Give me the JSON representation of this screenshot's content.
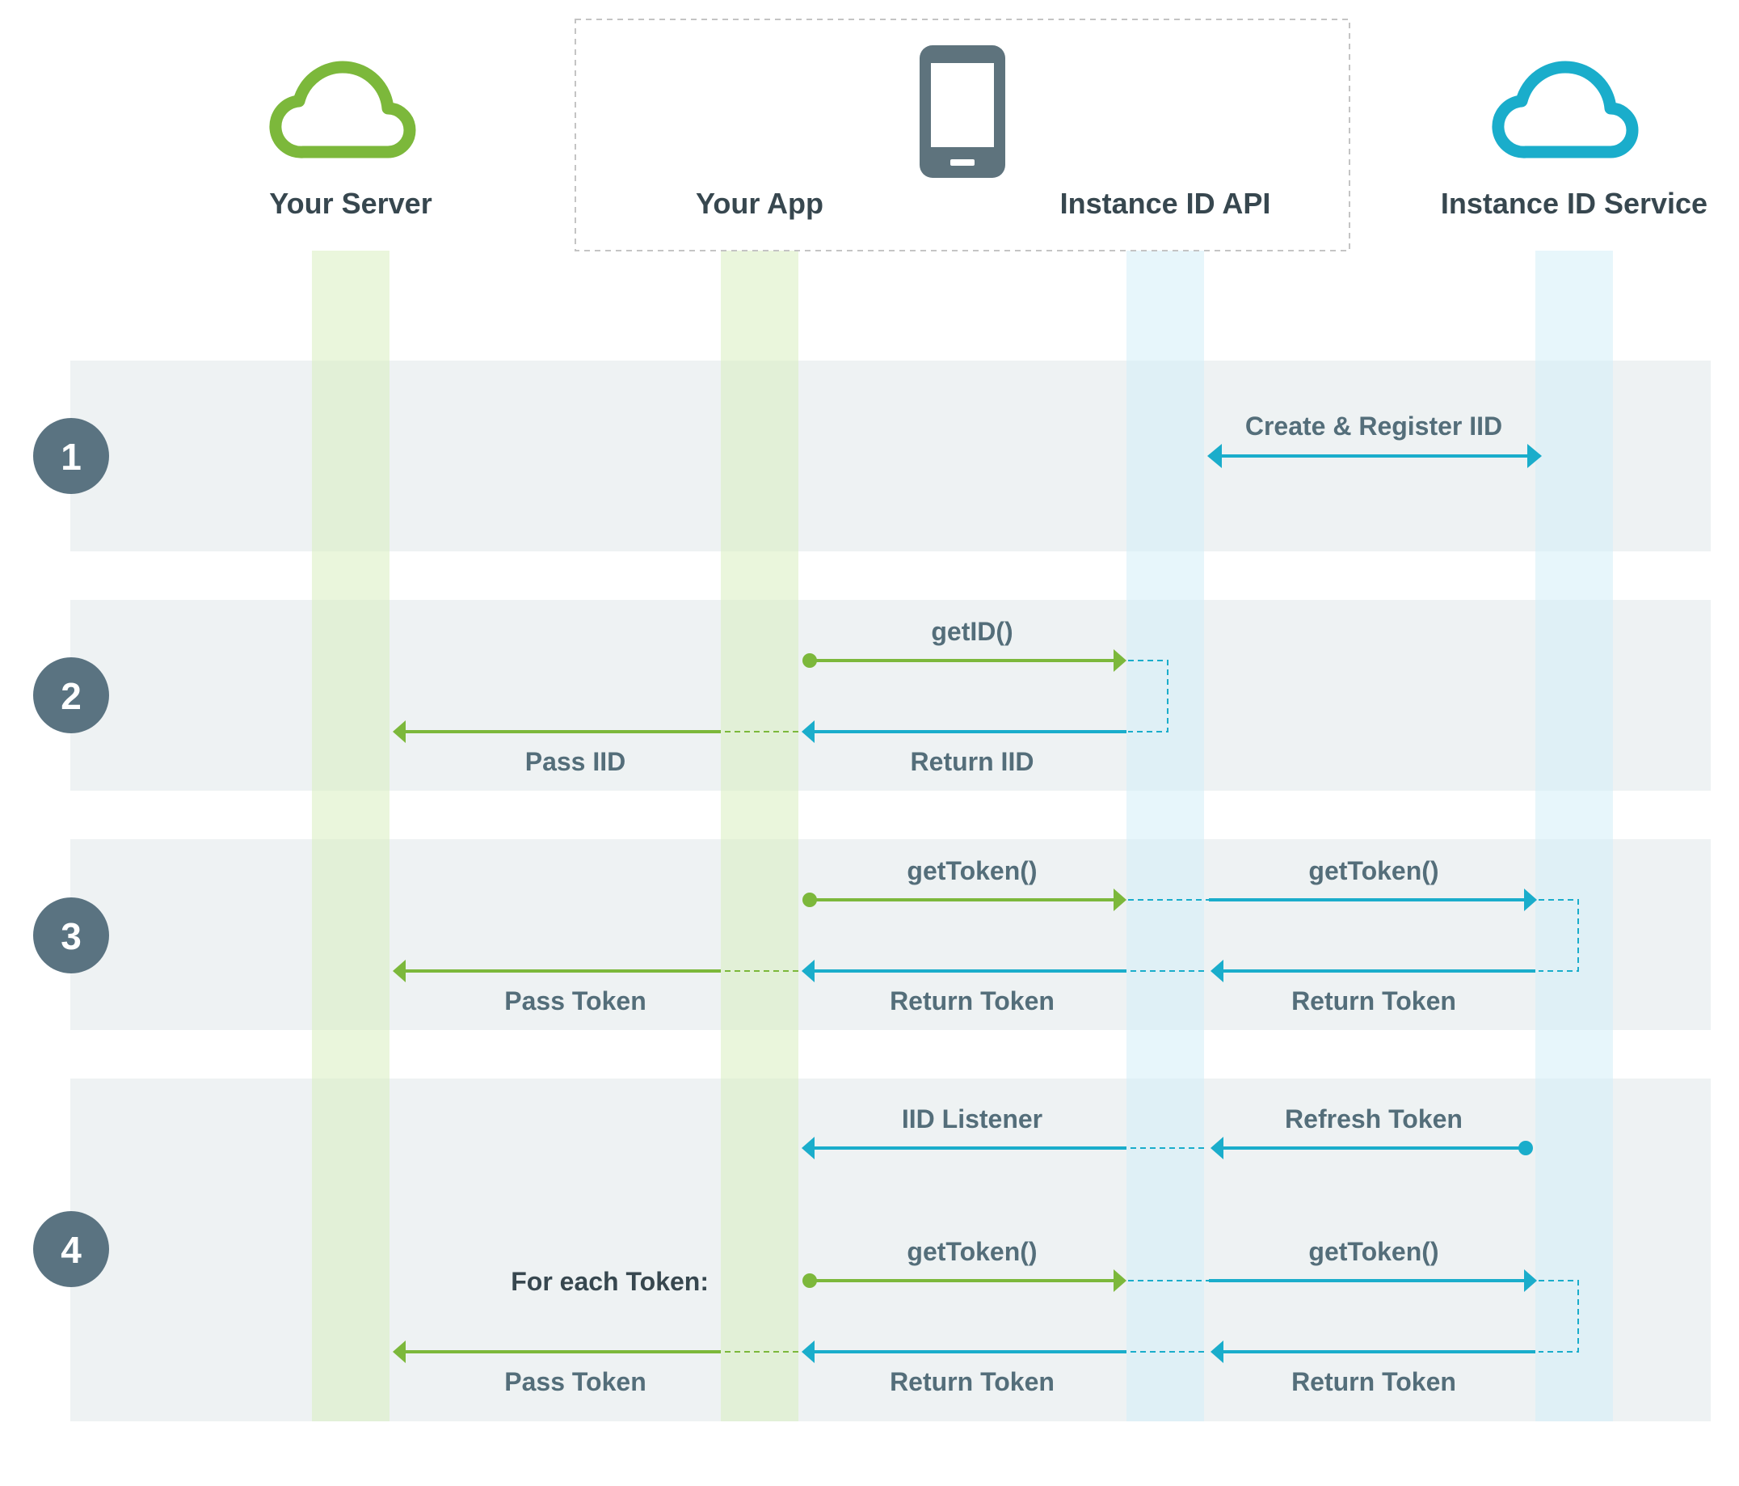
{
  "colors": {
    "green": "#7cb83b",
    "blue": "#1aadcb",
    "text": "#546e7a",
    "dark_text": "#37474f",
    "band": "#eef2f3",
    "circle": "#5a7381",
    "lane_green": "#e9f5dc",
    "lane_blue": "#e8f6fb",
    "frame": "#c4c4c4"
  },
  "participants": {
    "server": {
      "label": "Your Server",
      "icon": "cloud-icon"
    },
    "app": {
      "label": "Your App",
      "icon": "phone-icon"
    },
    "api": {
      "label": "Instance ID API"
    },
    "service": {
      "label": "Instance ID Service",
      "icon": "cloud-icon"
    }
  },
  "steps": [
    {
      "number": "1"
    },
    {
      "number": "2"
    },
    {
      "number": "3"
    },
    {
      "number": "4"
    }
  ],
  "messages": {
    "create_register": "Create & Register IID",
    "get_id": "getID()",
    "return_iid": "Return IID",
    "pass_iid": "Pass IID",
    "s3_get_token_app": "getToken()",
    "s3_get_token_service": "getToken()",
    "s3_return_token_app": "Return Token",
    "s3_return_token_service": "Return Token",
    "s3_pass_token": "Pass Token",
    "iid_listener": "IID Listener",
    "refresh_token": "Refresh Token",
    "for_each_token": "For each Token:",
    "s4_get_token_app": "getToken()",
    "s4_get_token_service": "getToken()",
    "s4_return_token_app": "Return Token",
    "s4_return_token_service": "Return Token",
    "s4_pass_token": "Pass Token"
  }
}
